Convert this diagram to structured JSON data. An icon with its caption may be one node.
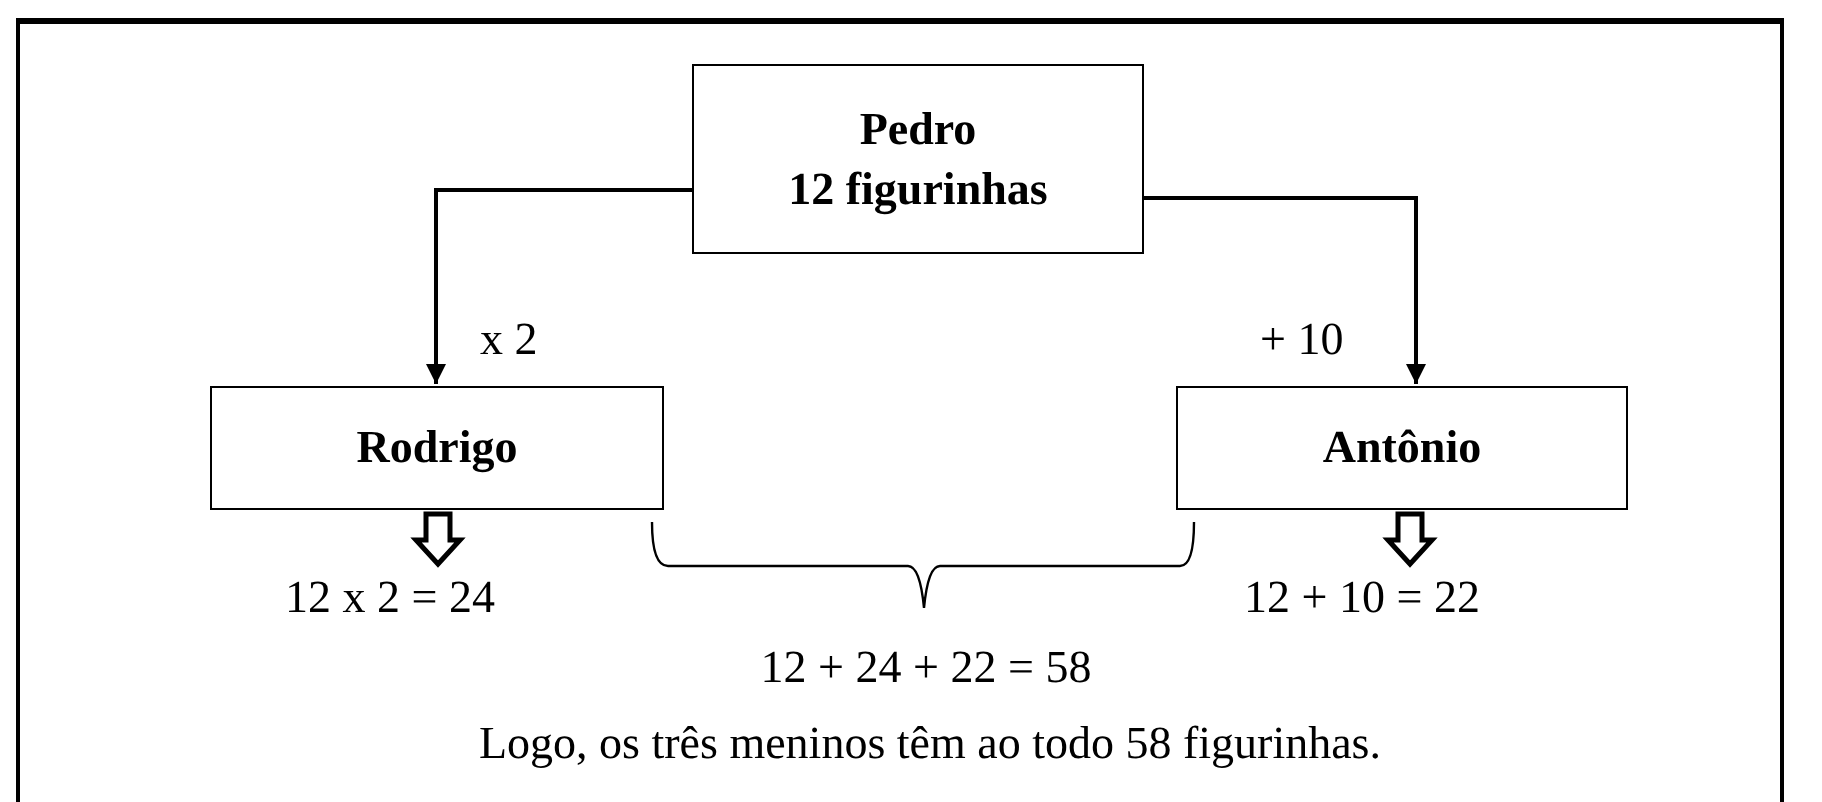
{
  "diagram": {
    "nodes": [
      {
        "text": [
          "Pedro",
          "12 figurinhas"
        ]
      },
      {
        "text": [
          "Rodrigo"
        ]
      },
      {
        "text": [
          "Antônio"
        ]
      },
      {
        "text": [
          "12 x 2 = 24"
        ]
      },
      {
        "text": [
          "12 + 10 = 22"
        ]
      }
    ],
    "edges": [
      {
        "from": 0,
        "to": 1,
        "arrow": "to",
        "label": "x 2"
      },
      {
        "from": 0,
        "to": 2,
        "arrow": "to",
        "label": "+ 10"
      },
      {
        "from": 1,
        "to": 3,
        "arrow": "to",
        "style": "thick"
      },
      {
        "from": 2,
        "to": 4,
        "arrow": "to",
        "style": "thick"
      }
    ],
    "labels": [
      "12 + 24 + 22 = 58",
      "Logo, os três meninos têm ao todo 58 figurinhas."
    ]
  }
}
